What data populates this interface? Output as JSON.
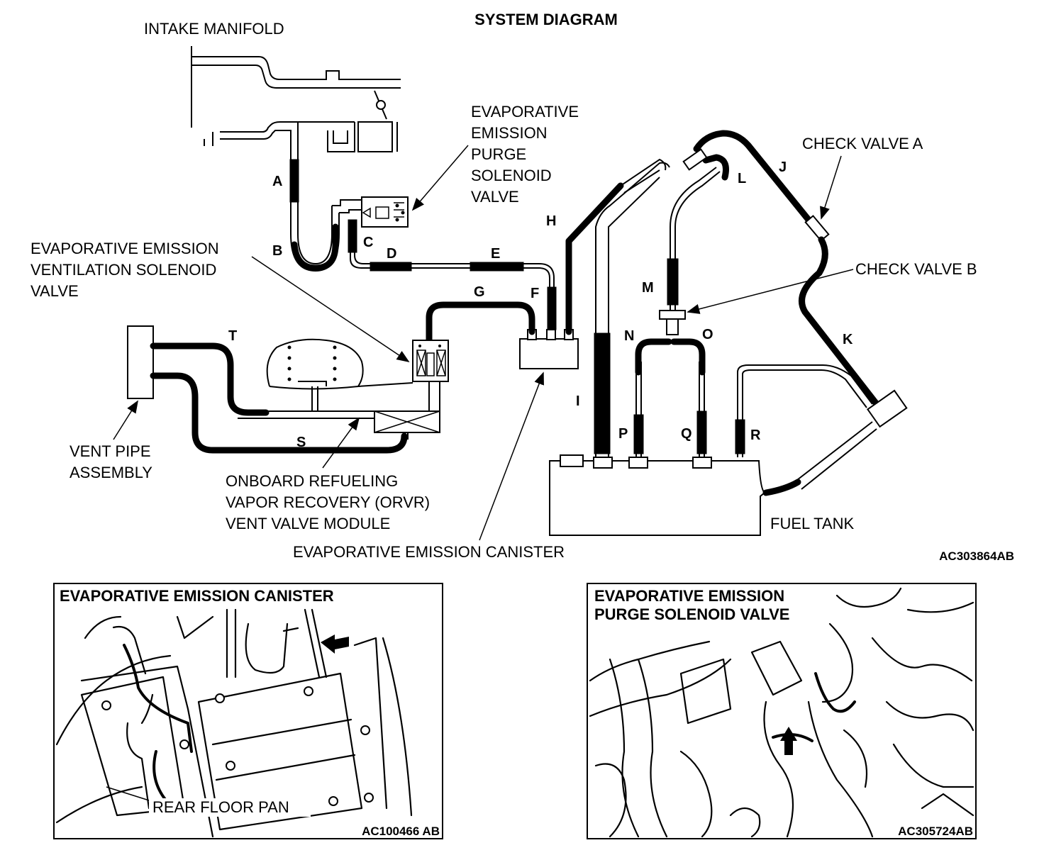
{
  "title": "SYSTEM DIAGRAM",
  "figure_ref": "AC303864AB",
  "labels": {
    "intake_manifold": "INTAKE MANIFOLD",
    "purge_valve": [
      "EVAPORATIVE",
      "EMISSION",
      "PURGE",
      "SOLENOID",
      "VALVE"
    ],
    "ventilation_valve": [
      "EVAPORATIVE EMISSION",
      "VENTILATION SOLENOID",
      "VALVE"
    ],
    "check_valve_a": "CHECK VALVE A",
    "check_valve_b": "CHECK VALVE B",
    "vent_pipe": [
      "VENT PIPE",
      "ASSEMBLY"
    ],
    "orvr": [
      "ONBOARD REFUELING",
      "VAPOR RECOVERY (ORVR)",
      "VENT VALVE MODULE"
    ],
    "canister": "EVAPORATIVE EMISSION CANISTER",
    "fuel_tank": "FUEL TANK"
  },
  "hose_letters": {
    "A": "A",
    "B": "B",
    "C": "C",
    "D": "D",
    "E": "E",
    "F": "F",
    "G": "G",
    "H": "H",
    "I": "I",
    "J": "J",
    "K": "K",
    "L": "L",
    "M": "M",
    "N": "N",
    "O": "O",
    "P": "P",
    "Q": "Q",
    "R": "R",
    "S": "S",
    "T": "T"
  },
  "panels": {
    "left": {
      "title": "EVAPORATIVE EMISSION CANISTER",
      "callout": "REAR FLOOR PAN",
      "ref": "AC100466 AB"
    },
    "right": {
      "title": [
        "EVAPORATIVE EMISSION",
        "PURGE SOLENOID VALVE"
      ],
      "ref": "AC305724AB"
    }
  }
}
